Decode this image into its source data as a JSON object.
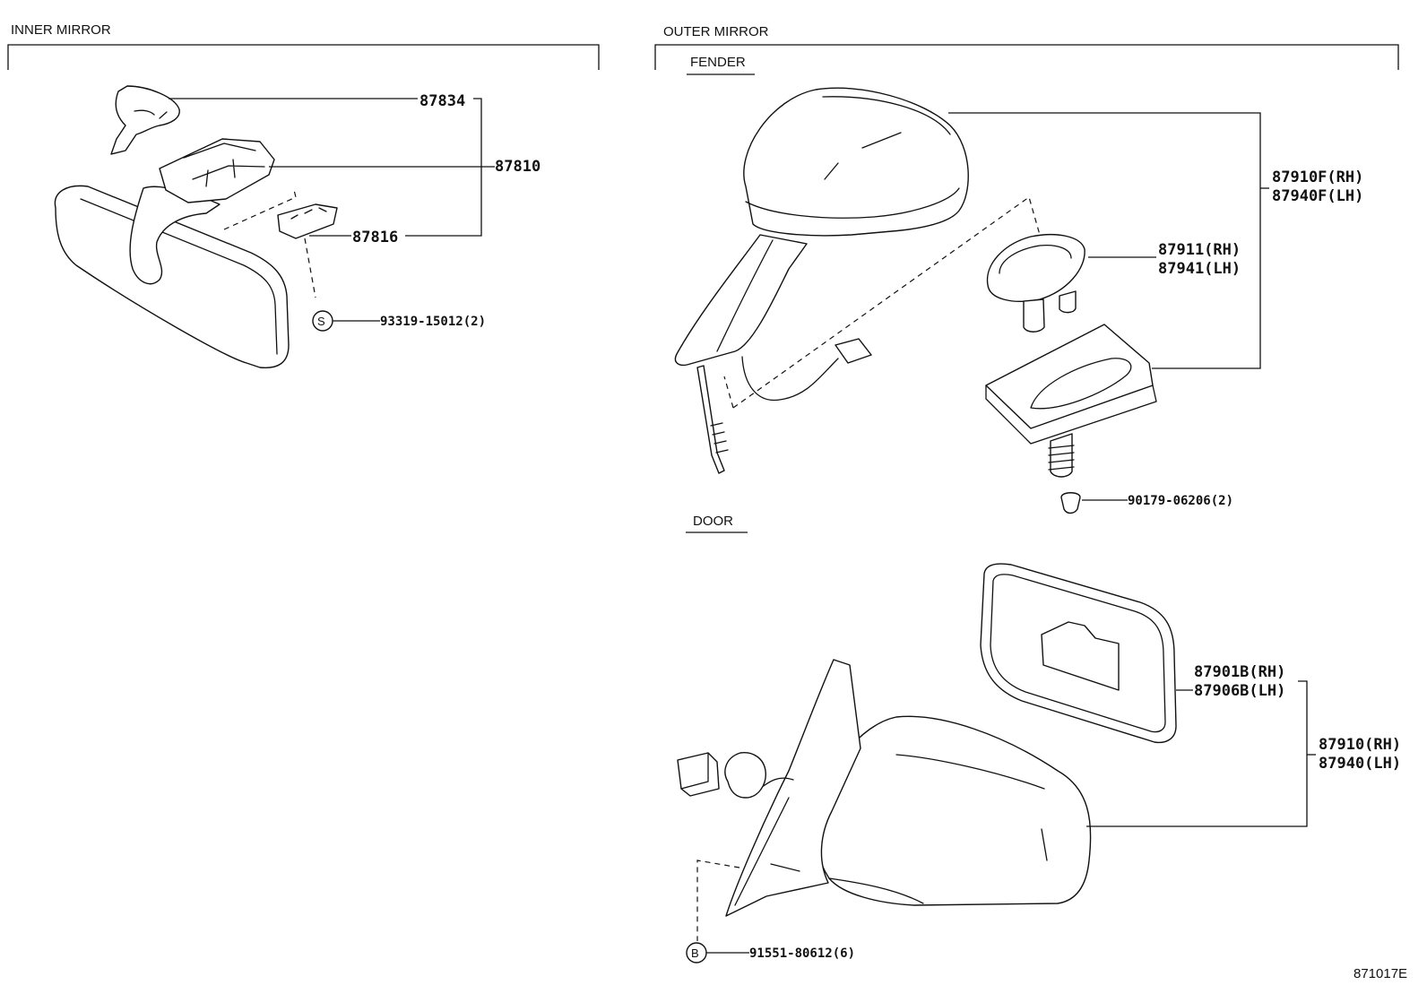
{
  "sections": {
    "inner_title": "INNER MIRROR",
    "outer_title": "OUTER MIRROR",
    "fender_label": "FENDER",
    "door_label": "DOOR"
  },
  "inner": {
    "p87834": "87834",
    "p87810": "87810",
    "p87816": "87816",
    "screw": "93319-15012(2)",
    "screw_symbol": "S"
  },
  "fender": {
    "p87910F_rh": "87910F(RH)",
    "p87940F_lh": "87940F(LH)",
    "p87911_rh": "87911(RH)",
    "p87941_lh": "87941(LH)",
    "clip": "90179-06206(2)"
  },
  "door": {
    "p87901B_rh": "87901B(RH)",
    "p87906B_lh": "87906B(LH)",
    "p87910_rh": "87910(RH)",
    "p87940_lh": "87940(LH)",
    "bolt": "91551-80612(6)",
    "bolt_symbol": "B"
  },
  "figure_code": "871017E"
}
